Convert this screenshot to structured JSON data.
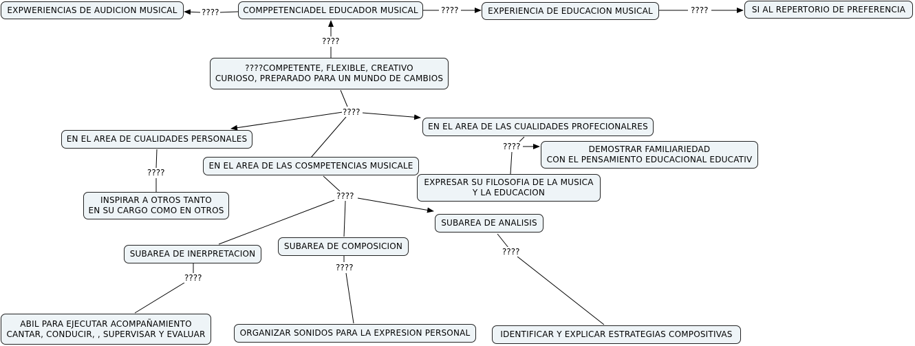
{
  "concepts": [
    {
      "id": "audicion",
      "text": "EXPWERIENCIAS DE AUDICION MUSICAL"
    },
    {
      "id": "competencia",
      "text": "COMPPETENCIADEL EDUCADOR MUSICAL"
    },
    {
      "id": "experiencia",
      "text": "EXPERIENCIA DE EDUCACION MUSICAL"
    },
    {
      "id": "repertorio",
      "text": "SI AL REPERTORIO  DE PREFERENCIA"
    },
    {
      "id": "competente",
      "text": "????COMPETENTE, FLEXIBLE, CREATIVO\nCURIOSO, PREPARADO PARA UN MUNDO DE CAMBIOS"
    },
    {
      "id": "personales",
      "text": "EN EL AREA DE CUALIDADES PERSONALES"
    },
    {
      "id": "profesionales",
      "text": "EN EL AREA DE LAS CUALIDADES PROFECIONALRES"
    },
    {
      "id": "familiaridad",
      "text": "DEMOSTRAR FAMILIARIEDAD\nCON EL PENSAMIENTO EDUCACIONAL EDUCATIV"
    },
    {
      "id": "musicales",
      "text": "EN EL AREA DE LAS COSMPETENCIAS MUSICALE"
    },
    {
      "id": "filosofia",
      "text": "EXPRESAR SU FILOSOFIA DE LA MUSICA\nY LA EDUCACION"
    },
    {
      "id": "inspirar",
      "text": "INSPIRAR A OTROS TANTO\nEN SU CARGO COMO EN OTROS"
    },
    {
      "id": "analisis",
      "text": "SUBAREA DE ANALISIS"
    },
    {
      "id": "composicion",
      "text": "SUBAREA DE COMPOSICION"
    },
    {
      "id": "interpretacion",
      "text": "SUBAREA DE INERPRETACION"
    },
    {
      "id": "ejecutar",
      "text": "ABIL PARA EJECUTAR ACOMPAÑAMIENTO\nCANTAR, CONDUCIR, , SUPERVISAR Y EVALUAR"
    },
    {
      "id": "organizar",
      "text": "ORGANIZAR SONIDOS PARA LA EXPRESION PERSONAL"
    },
    {
      "id": "estrategias",
      "text": "IDENTIFICAR Y EXPLICAR ESTRATEGIAS COMPOSITIVAS"
    }
  ],
  "linking_phrases": [
    {
      "id": "l_audicion",
      "text": "????"
    },
    {
      "id": "l_experiencia",
      "text": "????"
    },
    {
      "id": "l_repertorio",
      "text": "????"
    },
    {
      "id": "l_competente",
      "text": "????"
    },
    {
      "id": "l_areas",
      "text": "????"
    },
    {
      "id": "l_inspirar",
      "text": "????"
    },
    {
      "id": "l_familiaridad",
      "text": "????"
    },
    {
      "id": "l_subareas",
      "text": "????"
    },
    {
      "id": "l_analisis",
      "text": "????"
    },
    {
      "id": "l_composicion",
      "text": "????"
    },
    {
      "id": "l_interpretacion",
      "text": "????"
    }
  ],
  "connections": [
    {
      "from": "competencia",
      "via": "l_audicion",
      "to": "audicion"
    },
    {
      "from": "competencia",
      "via": "l_experiencia",
      "to": "experiencia"
    },
    {
      "from": "experiencia",
      "via": "l_repertorio",
      "to": "repertorio"
    },
    {
      "from": "competente",
      "via": "l_competente",
      "to": "competencia"
    },
    {
      "from": "competente",
      "via": "l_areas",
      "to": "personales"
    },
    {
      "from": "competente",
      "via": "l_areas",
      "to": "profesionales"
    },
    {
      "from": "musicales",
      "via": "l_areas",
      "to": ""
    },
    {
      "from": "personales",
      "via": "l_inspirar",
      "to": "inspirar"
    },
    {
      "from": "profesionales",
      "via": "l_familiaridad",
      "to": "familiaridad"
    },
    {
      "from": "filosofia",
      "via": "l_familiaridad",
      "to": ""
    },
    {
      "from": "musicales",
      "via": "l_subareas",
      "to": "analisis"
    },
    {
      "from": "musicales",
      "via": "l_subareas",
      "to": "composicion"
    },
    {
      "from": "musicales",
      "via": "l_subareas",
      "to": "interpretacion"
    },
    {
      "from": "analisis",
      "via": "l_analisis",
      "to": "estrategias"
    },
    {
      "from": "composicion",
      "via": "l_composicion",
      "to": "organizar"
    },
    {
      "from": "interpretacion",
      "via": "l_interpretacion",
      "to": "ejecutar"
    }
  ],
  "colors": {
    "node_fill": "#eef4f7",
    "node_border": "#222222",
    "line": "#000000"
  }
}
